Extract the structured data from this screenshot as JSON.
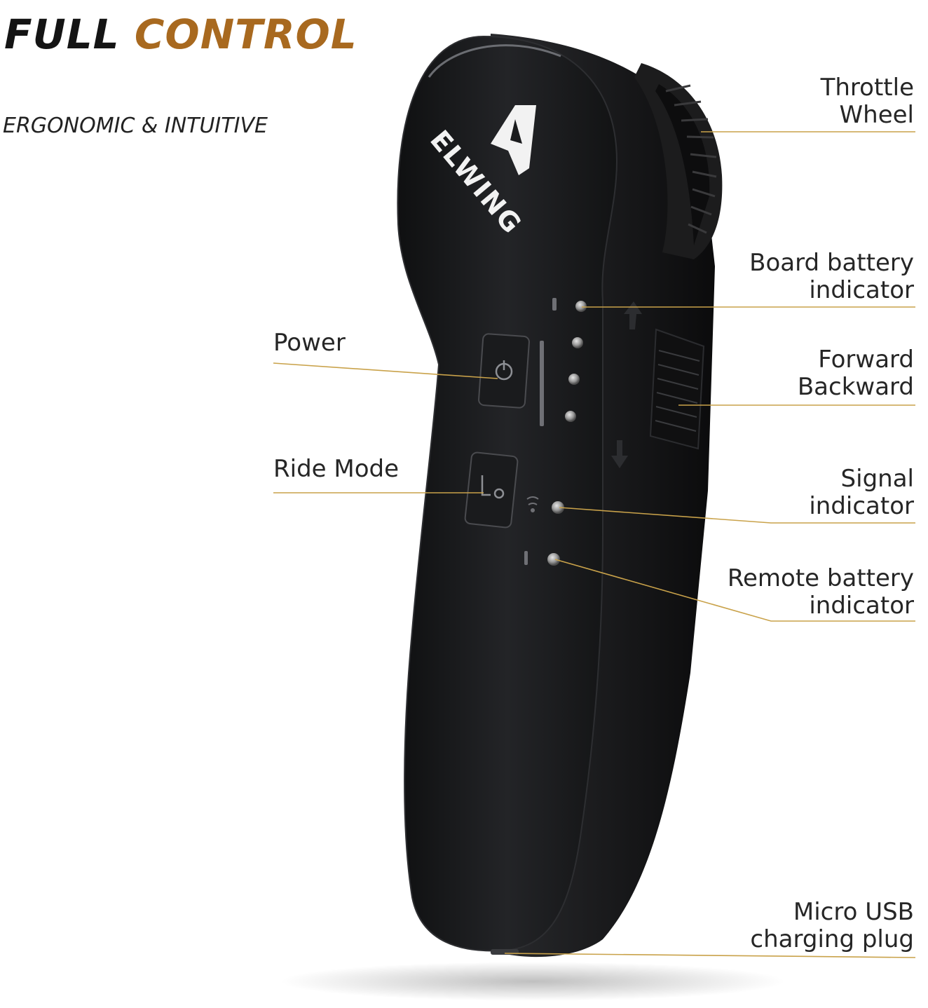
{
  "headline": {
    "word1": "FULL",
    "word2": "CONTROL"
  },
  "subheadline": "ERGONOMIC & INTUITIVE",
  "device": {
    "brand": "ELWING",
    "body_color": "#1b1c1e",
    "accent_color": "#c9a24a"
  },
  "callouts": {
    "throttle": {
      "line1": "Throttle",
      "line2": "Wheel"
    },
    "board_battery": {
      "line1": "Board battery",
      "line2": "indicator"
    },
    "power": {
      "line1": "Power"
    },
    "direction": {
      "line1": "Forward",
      "line2": "Backward"
    },
    "ride_mode": {
      "line1": "Ride Mode"
    },
    "signal": {
      "line1": "Signal",
      "line2": "indicator"
    },
    "remote_battery": {
      "line1": "Remote battery",
      "line2": "indicator"
    },
    "usb": {
      "line1": "Micro USB",
      "line2": "charging plug"
    }
  }
}
